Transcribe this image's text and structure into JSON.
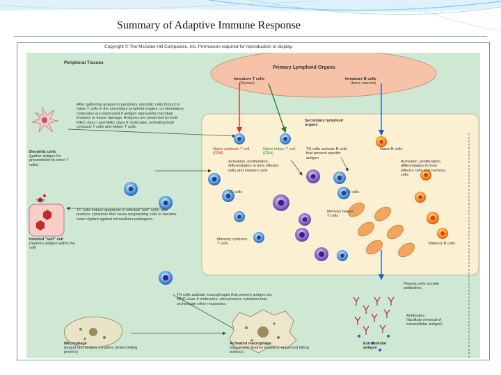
{
  "slide": {
    "title": "Summary of Adaptive Immune Response"
  },
  "figure": {
    "copyright": "Copyright © The McGraw Hill Companies, Inc. Permission required for reproduction or display.",
    "peripheral_tissues": "Peripheral Tissues",
    "primary_lymphoid_organs": "Primary Lymphoid Organs",
    "immature_t_cells": "Immature T cells",
    "thymus": "(thymus)",
    "immature_b_cells": "Immature B cells",
    "bone_marrow": "(bone marrow)",
    "secondary_lymphoid_organs": "Secondary lymphoid organs",
    "antigen_text": "After gathering antigen in periphery, dendritic cells bring it to naive T cells in the secondary lymphoid organs; co-stimulatory molecules are expressed if antigen represents microbial invasion or tissue damage. Antigens are presented by both MHC class I and MHC class II molecules, activating both cytotoxic T cells and helper T cells.",
    "dendritic_cells": "Dendritic cells",
    "dendritic_desc": "(gather antigen for presentation to naive T cells)",
    "naive_cytotoxic": "Naive cytotoxic T cell (CD8)",
    "naive_helper": "Naive helper T cell (CD4)",
    "th_activate_b": "TH cells activate B cells that present specific antigen",
    "naive_b": "Naive B cells",
    "activation_t": "Activation, proliferation, differentiation to form effector cells and memory cells",
    "activation_b": "Activation, proliferation, differentiation to form effector cells and memory cells",
    "virus": "Virus",
    "tc_cells": "TC cells",
    "th_cells": "TH cells",
    "tc_induce": "TC cells induce apoptosis in infected \"self\" cells; also produce cytokines that cause neighboring cells to become more vigilant against intracellular pathogens.",
    "memory_helper": "Memory helper T cells",
    "memory_cytotoxic": "Memory cytotoxic T cells",
    "memory_b": "Memory B cells",
    "infected_self": "Infected \"self\" cell",
    "infected_desc": "(harbors antigen within the cell)",
    "th_macrophage": "TH cells activate macrophages that present antigen via MHC class II molecules; also produce cytokines that orchestrate other responses.",
    "plasma_cells": "Plasma cells secrete antibodies.",
    "antibodies": "Antibodies",
    "antibodies_desc": "(facilitate removal of extracellular antigen)",
    "macrophage": "Macrophage",
    "macrophage_desc": "(engulf and destroy invaders; limited killing powers)",
    "activated_macrophage": "Activated macrophage",
    "activated_macrophage_desc": "(engulf and destroy invaders; enhanced killing powers)",
    "extracellular_antigen": "Extracellular antigen"
  },
  "colors": {
    "diagram_bg": "#cfe8d4",
    "secondary_box": "#fbf0d2",
    "primary_oval": "#f6c2a8",
    "cytotoxic_arrow": "#d32f2f",
    "helper_arrow": "#2e7d32",
    "bcell_arrow": "#1565c0"
  }
}
